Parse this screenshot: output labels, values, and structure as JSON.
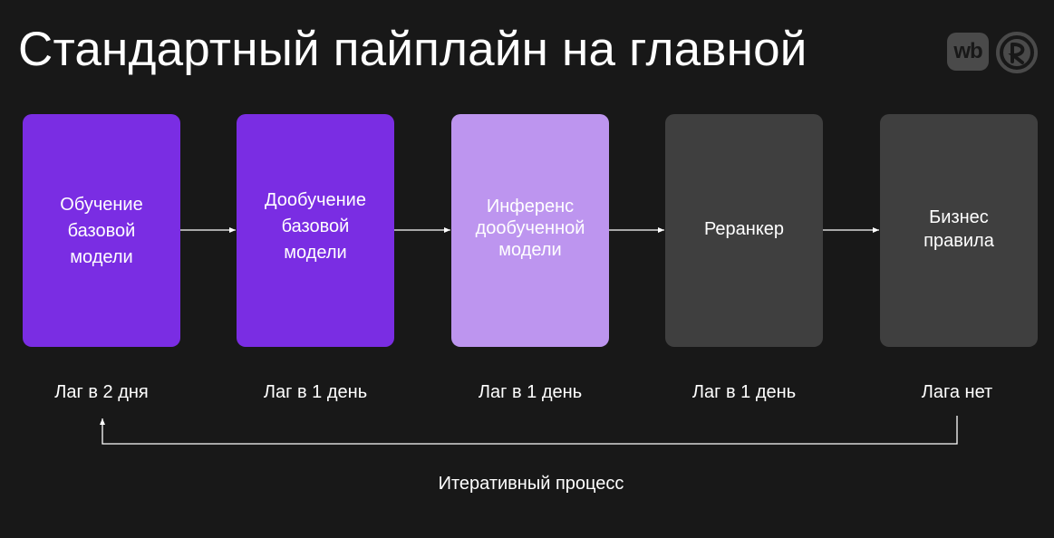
{
  "title": "Стандартный пайплайн на главной",
  "logos": {
    "wb": "wb",
    "brand_icon": "circle-r-icon"
  },
  "colors": {
    "background": "#181818",
    "stage_dark_purple": "#7a2de3",
    "stage_light_purple": "#bd95ef",
    "stage_gray": "#3f3f3f",
    "text": "#ffffff",
    "arrow": "#ffffff"
  },
  "stages": [
    {
      "label": "Обучение\nбазовой\nмодели",
      "lag": "Лаг в 2 дня"
    },
    {
      "label": "Дообучение\nбазовой\nмодели",
      "lag": "Лаг в 1 день"
    },
    {
      "label": "Инференс\nдообученной\nмодели",
      "lag": "Лаг в 1 день"
    },
    {
      "label": "Реранкер",
      "lag": "Лаг в 1 день"
    },
    {
      "label": "Бизнес\nправила",
      "lag": "Лага нет"
    }
  ],
  "loop_label": "Итеративный процесс"
}
